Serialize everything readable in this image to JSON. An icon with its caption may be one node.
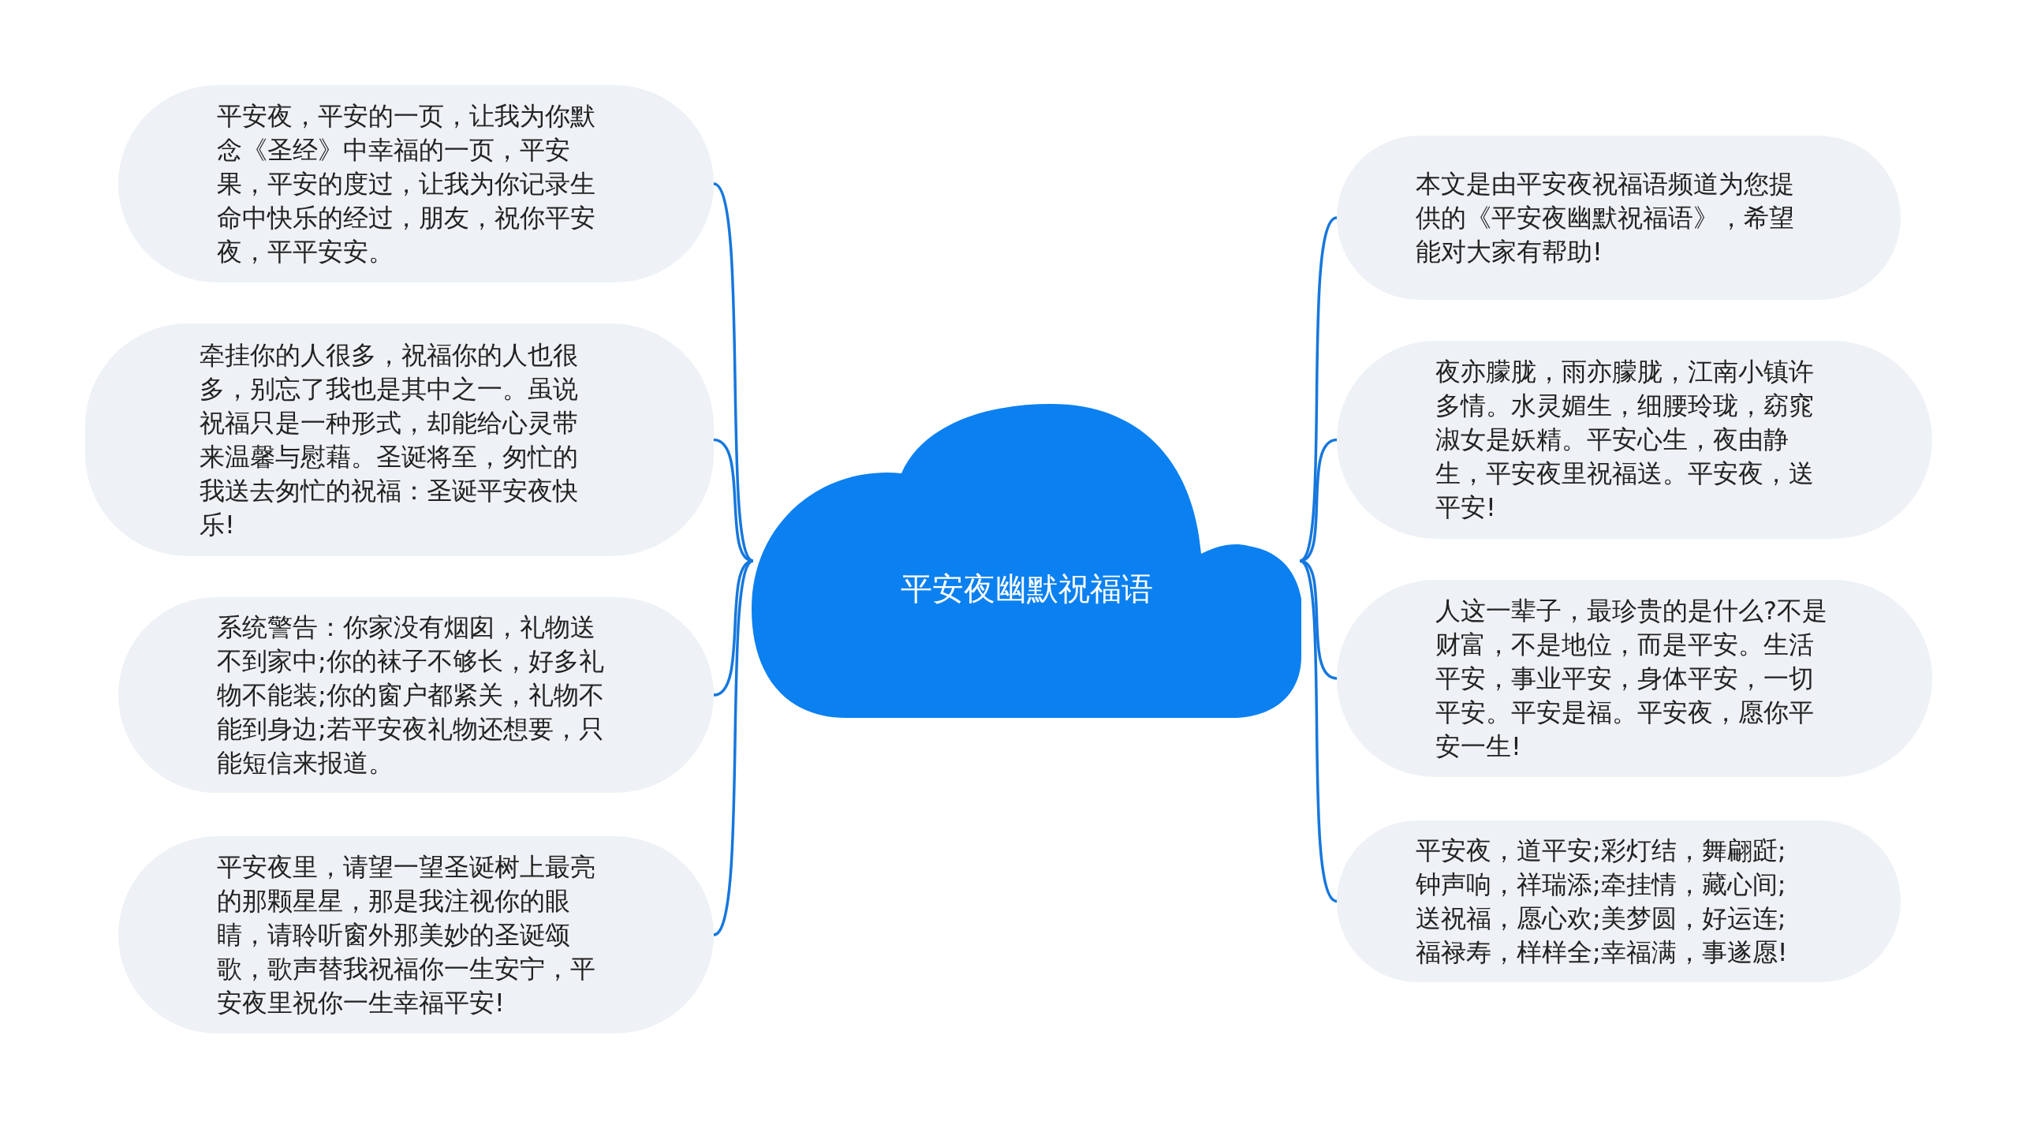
{
  "diagram": {
    "nodes": [
      {
        "text": [
          "平安夜幽默祝福语"
        ]
      },
      {
        "text": [
          "平安夜，平安的一页，让我为你默念《圣经》中幸福的一页，平安果，平安的度过，让我为你记录生命中快乐的经过，朋友，祝你平安夜，平平安安。"
        ]
      },
      {
        "text": [
          "牵挂你的人很多，祝福你的人也很多，别忘了我也是其中之一。虽说祝福只是一种形式，却能给心灵带来温馨与慰藉。圣诞将至，匆忙的我送去匆忙的祝福：圣诞平安夜快乐!"
        ]
      },
      {
        "text": [
          "系统警告：你家没有烟囱，礼物送不到家中;你的袜子不够长，好多礼物不能装;你的窗户都紧关，礼物不能到身边;若平安夜礼物还想要，只能短信来报道。"
        ]
      },
      {
        "text": [
          "平安夜里，请望一望圣诞树上最亮的那颗星星，那是我注视你的眼睛，请聆听窗外那美妙的圣诞颂歌，歌声替我祝福你一生安宁，平安夜里祝你一生幸福平安!"
        ]
      },
      {
        "text": [
          "本文是由平安夜祝福语频道为您提供的《平安夜幽默祝福语》，希望能对大家有帮助!"
        ]
      },
      {
        "text": [
          "夜亦朦胧，雨亦朦胧，江南小镇许多情。水灵媚生，细腰玲珑，窈窕淑女是妖精。平安心生，夜由静生，平安夜里祝福送。平安夜，送平安!"
        ]
      },
      {
        "text": [
          "人这一辈子，最珍贵的是什么?不是财富，不是地位，而是平安。生活平安，事业平安，身体平安，一切平安。平安是福。平安夜，愿你平安一生!"
        ]
      },
      {
        "text": [
          "平安夜，道平安;彩灯结，舞翩跹;钟声响，祥瑞添;牵挂情，藏心间;送祝福，愿心欢;美梦圆，好运连;福禄寿，样样全;幸福满，事遂愿!"
        ]
      }
    ],
    "edges": [
      {
        "from": 0,
        "to": 1,
        "arrow": "none"
      },
      {
        "from": 0,
        "to": 2,
        "arrow": "none"
      },
      {
        "from": 0,
        "to": 3,
        "arrow": "none"
      },
      {
        "from": 0,
        "to": 4,
        "arrow": "none"
      },
      {
        "from": 0,
        "to": 5,
        "arrow": "none"
      },
      {
        "from": 0,
        "to": 6,
        "arrow": "none"
      },
      {
        "from": 0,
        "to": 7,
        "arrow": "none"
      },
      {
        "from": 0,
        "to": 8,
        "arrow": "none"
      }
    ]
  }
}
